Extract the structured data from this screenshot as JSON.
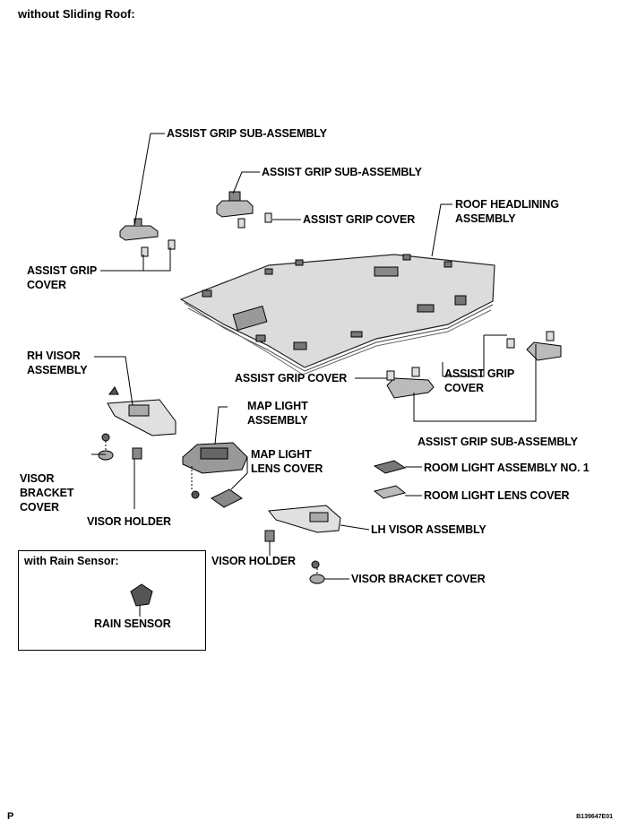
{
  "heading": "without Sliding Roof:",
  "labels": {
    "assist_grip_sub_assembly_1": "ASSIST GRIP SUB-ASSEMBLY",
    "assist_grip_sub_assembly_2": "ASSIST GRIP SUB-ASSEMBLY",
    "assist_grip_cover_top": "ASSIST GRIP COVER",
    "roof_headlining_assembly": "ROOF HEADLINING\nASSEMBLY",
    "assist_grip_cover_left": "ASSIST GRIP\nCOVER",
    "rh_visor_assembly": "RH VISOR\nASSEMBLY",
    "assist_grip_cover_mid": "ASSIST GRIP COVER",
    "assist_grip_cover_right": "ASSIST GRIP\nCOVER",
    "map_light_assembly": "MAP LIGHT\nASSEMBLY",
    "assist_grip_sub_assembly_3": "ASSIST GRIP SUB-ASSEMBLY",
    "map_light_lens_cover": "MAP LIGHT\nLENS COVER",
    "room_light_assembly_no1": "ROOM LIGHT ASSEMBLY NO. 1",
    "visor_bracket_cover_left": "VISOR\nBRACKET\nCOVER",
    "room_light_lens_cover": "ROOM LIGHT LENS COVER",
    "visor_holder_left": "VISOR HOLDER",
    "lh_visor_assembly": "LH VISOR ASSEMBLY",
    "visor_holder_right": "VISOR HOLDER",
    "visor_bracket_cover_right": "VISOR BRACKET COVER",
    "rain_sensor": "RAIN SENSOR"
  },
  "inset_title": "with Rain Sensor:",
  "page_letter": "P",
  "figure_code": "B139647E01"
}
